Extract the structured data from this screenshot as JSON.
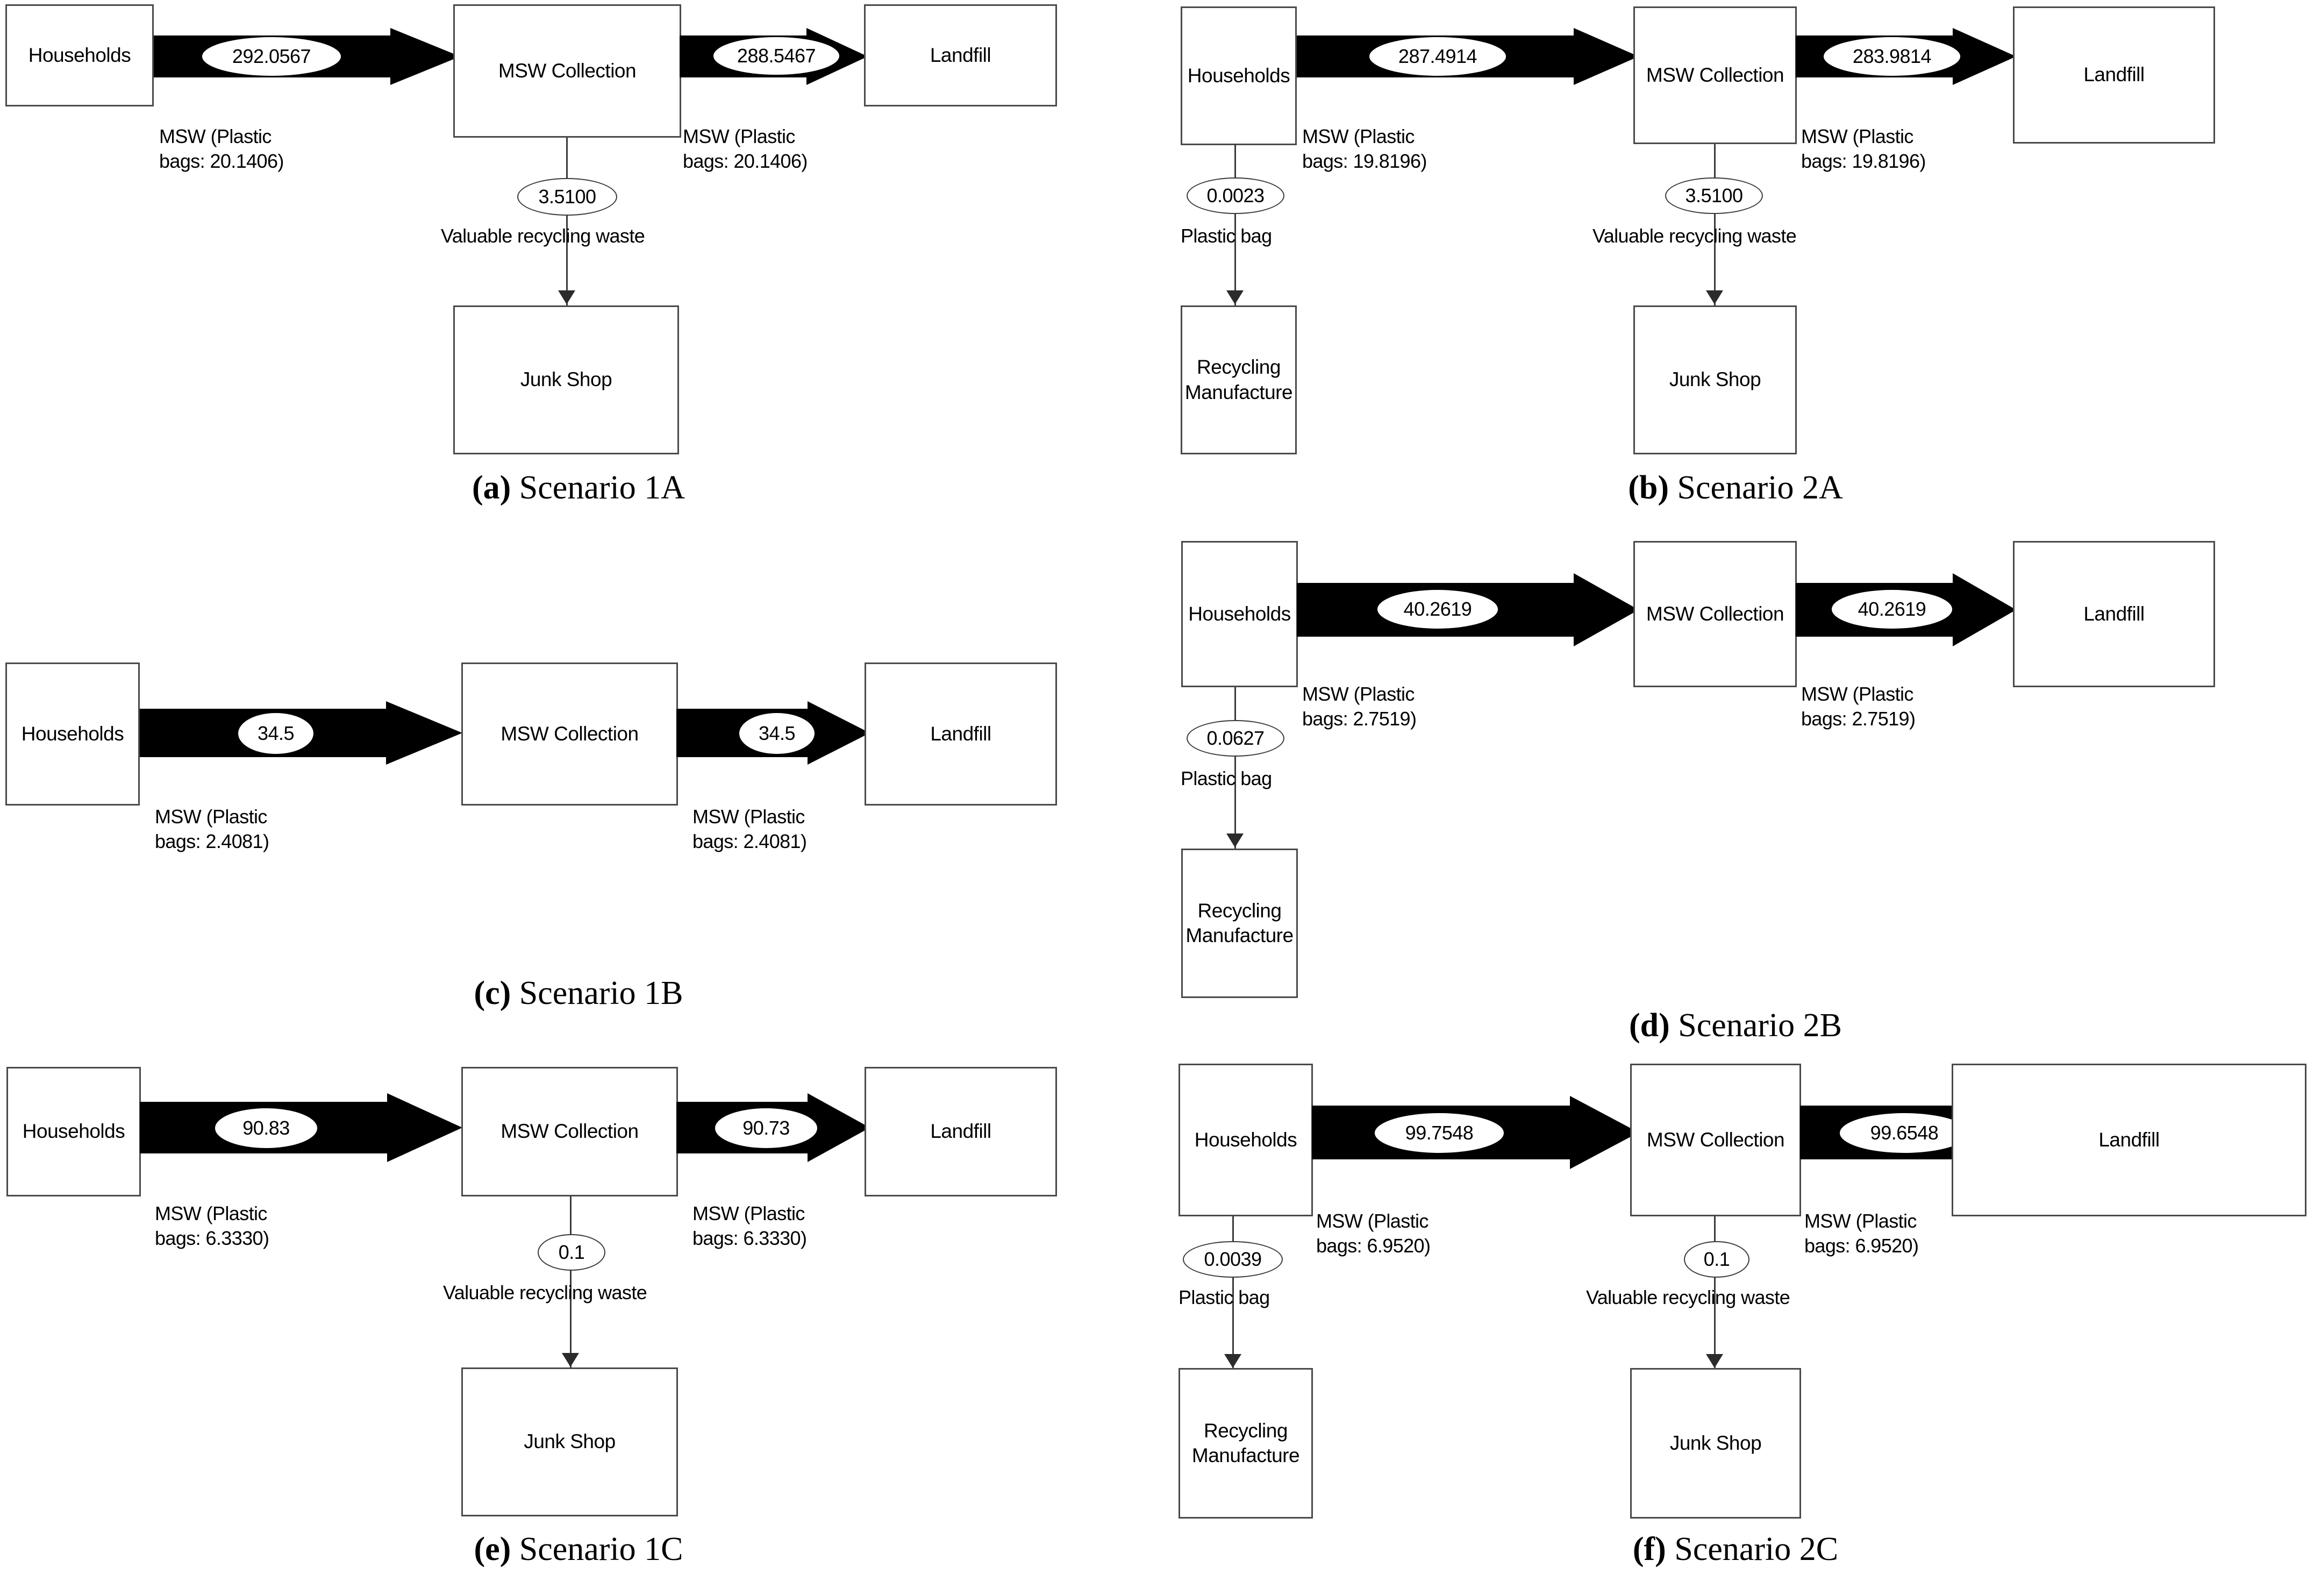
{
  "figure": {
    "kind": "material-flow-diagram-grid",
    "columns": 2,
    "rows": 3
  },
  "common": {
    "nodes": {
      "households": "Households",
      "msw_collection": "MSW Collection",
      "landfill": "Landfill",
      "junk_shop": "Junk Shop",
      "recycling_manufacture": "Recycling\nManufacture"
    },
    "edge_titles": {
      "valuable": "Valuable recycling waste",
      "plastic_bag": "Plastic bag"
    }
  },
  "panels": [
    {
      "id": "a",
      "caption_tag": "(a)",
      "caption_text": " Scenario 1A",
      "nodes": {
        "left": "Households",
        "middle": "MSW Collection",
        "right": "Landfill",
        "below_middle": "Junk Shop"
      },
      "flow1": {
        "value": "292.0567",
        "caption": "MSW (Plastic\nbags: 20.1406)"
      },
      "flow2": {
        "value": "288.5467",
        "caption": "MSW (Plastic\nbags: 20.1406)"
      },
      "vertical_middle": {
        "value": "3.5100",
        "label": "Valuable recycling waste"
      }
    },
    {
      "id": "b",
      "caption_tag": "(b)",
      "caption_text": " Scenario 2A",
      "nodes": {
        "left": "Households",
        "middle": "MSW Collection",
        "right": "Landfill",
        "below_left": "Recycling\nManufacture",
        "below_middle": "Junk Shop"
      },
      "flow1": {
        "value": "287.4914",
        "caption": "MSW (Plastic\nbags: 19.8196)"
      },
      "flow2": {
        "value": "283.9814",
        "caption": "MSW (Plastic\nbags: 19.8196)"
      },
      "vertical_left": {
        "value": "0.0023",
        "label": "Plastic bag"
      },
      "vertical_middle": {
        "value": "3.5100",
        "label": "Valuable recycling waste"
      }
    },
    {
      "id": "c",
      "caption_tag": "(c)",
      "caption_text": " Scenario 1B",
      "nodes": {
        "left": "Households",
        "middle": "MSW Collection",
        "right": "Landfill"
      },
      "flow1": {
        "value": "34.5",
        "caption": "MSW (Plastic\nbags: 2.4081)"
      },
      "flow2": {
        "value": "34.5",
        "caption": "MSW (Plastic\nbags: 2.4081)"
      }
    },
    {
      "id": "d",
      "caption_tag": "(d)",
      "caption_text": " Scenario 2B",
      "nodes": {
        "left": "Households",
        "middle": "MSW Collection",
        "right": "Landfill",
        "below_left": "Recycling\nManufacture"
      },
      "flow1": {
        "value": "40.2619",
        "caption": "MSW (Plastic\nbags: 2.7519)"
      },
      "flow2": {
        "value": "40.2619",
        "caption": "MSW (Plastic\nbags: 2.7519)"
      },
      "vertical_left": {
        "value": "0.0627",
        "label": "Plastic bag"
      }
    },
    {
      "id": "e",
      "caption_tag": "(e)",
      "caption_text": " Scenario 1C",
      "nodes": {
        "left": "Households",
        "middle": "MSW Collection",
        "right": "Landfill",
        "below_middle": "Junk Shop"
      },
      "flow1": {
        "value": "90.83",
        "caption": "MSW (Plastic\nbags: 6.3330)"
      },
      "flow2": {
        "value": "90.73",
        "caption": "MSW (Plastic\nbags: 6.3330)"
      },
      "vertical_middle": {
        "value": "0.1",
        "label": "Valuable recycling waste"
      }
    },
    {
      "id": "f",
      "caption_tag": "(f)",
      "caption_text": " Scenario 2C",
      "nodes": {
        "left": "Households",
        "middle": "MSW Collection",
        "right": "Landfill",
        "below_left": "Recycling\nManufacture",
        "below_middle": "Junk Shop"
      },
      "flow1": {
        "value": "99.7548",
        "caption": "MSW (Plastic\nbags: 6.9520)"
      },
      "flow2": {
        "value": "99.6548",
        "caption": "MSW (Plastic\nbags: 6.9520)"
      },
      "vertical_left": {
        "value": "0.0039",
        "label": "Plastic bag"
      },
      "vertical_middle": {
        "value": "0.1",
        "label": "Valuable recycling waste"
      }
    }
  ],
  "colors": {
    "arrow_fill": "#000000",
    "box_stroke": "#4a4a4a",
    "text": "#000000",
    "background": "#ffffff"
  }
}
